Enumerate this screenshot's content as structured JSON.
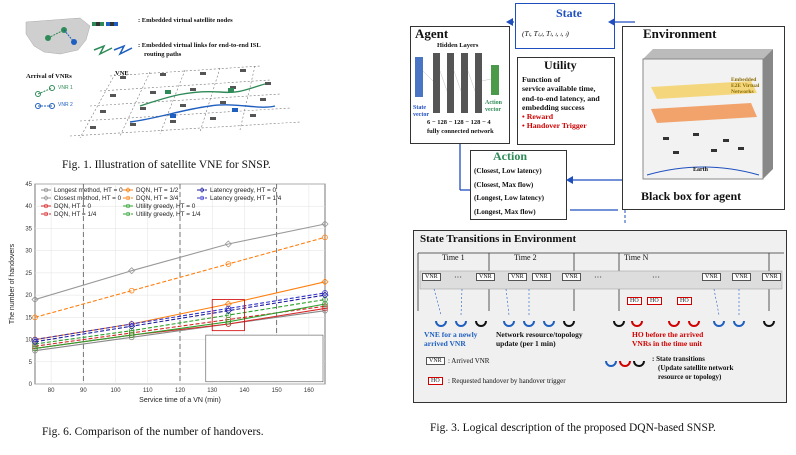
{
  "fig1": {
    "caption": "Fig. 1.   Illustration of satellite VNE for SNSP.",
    "legend_nodes": ": Embedded virtual satellite nodes",
    "legend_links_1": ": Embedded virtual links for end-to-end ISL",
    "legend_links_2": "routing paths",
    "arrival_title": "Arrival of VNRs",
    "vnr1": "VNR 1",
    "vnr2": "VNR 2",
    "vne_label": "VNE"
  },
  "fig6": {
    "caption": "Fig. 6.   Comparison of the number of handovers."
  },
  "fig3": {
    "caption": "Fig. 3.   Logical description of the proposed DQN-based SNSP.",
    "agent": "Agent",
    "hidden_layers": "Hidden Layers",
    "state_vector": "State vector",
    "action_vector": "Action vector",
    "net_dims": "6 − 128 − 128 − 128 − 4",
    "net_desc": "fully connected network",
    "state_title": "State",
    "state_formula": "(Tₗ, Tₗ,ₗ, Tₗ, ₗ, ₗ, ₗ)",
    "utility_title": "Utility",
    "utility_desc_1": "Function of",
    "utility_desc_2": "service available time,",
    "utility_desc_3": "end-to-end latency, and",
    "utility_desc_4": "embedding success",
    "reward": "Reward",
    "handover_trigger": "Handover Trigger",
    "action_title": "Action",
    "actions": [
      "(Closest, Low latency)",
      "(Closest, Max flow)",
      "(Longest, Low latency)",
      "(Longest, Max flow)"
    ],
    "environment": "Environment",
    "embedded_e2e_1": "Embedded",
    "embedded_e2e_2": "E2E Virtual",
    "embedded_e2e_3": "Networks",
    "earth": "Earth",
    "black_box": "Black box for agent",
    "transitions_title": "State Transitions in Environment",
    "time1": "Time 1",
    "time2": "Time 2",
    "timeN": "Time N",
    "vnr": "VNR",
    "ho": "HO",
    "dots": "···",
    "vne_new_1": "VNE for a newly",
    "vne_new_2": "arrived VNR",
    "net_update_1": "Network resource/topology",
    "net_update_2": "update (per 1 min)",
    "ho_before_1": "HO before the arrived",
    "ho_before_2": "VNRs in the time unit",
    "arrived_vnr": ": Arrived VNR",
    "requested_ho": ": Requested handover by handover trigger",
    "state_trans_1": ": State transitions",
    "state_trans_2": "(Update satellite network",
    "state_trans_3": "resource or topology)"
  },
  "chart_data": {
    "type": "line",
    "xlabel": "Service time of a VN (min)",
    "ylabel": "The number of handovers",
    "xlim": [
      75,
      165
    ],
    "ylim": [
      0,
      45
    ],
    "xticks": [
      80,
      90,
      100,
      110,
      120,
      130,
      140,
      150,
      160
    ],
    "yticks": [
      0,
      5,
      10,
      15,
      20,
      25,
      30,
      35,
      40,
      45
    ],
    "x": [
      75,
      105,
      135,
      165
    ],
    "vlines": [
      90,
      120,
      150
    ],
    "grid": true,
    "legend_position": "top-left",
    "series": [
      {
        "name": "Longest method, HT = 0",
        "color": "#888888",
        "dash": "",
        "marker": "circle",
        "values": [
          7.5,
          10.5,
          13.5,
          16.5
        ]
      },
      {
        "name": "Closest method, HT = 0",
        "color": "#999999",
        "dash": "",
        "marker": "diamond",
        "values": [
          19,
          25.5,
          31.5,
          36
        ]
      },
      {
        "name": "DQN, HT = 0",
        "color": "#d62728",
        "dash": "",
        "marker": "circle",
        "values": [
          8,
          11,
          13.5,
          17
        ]
      },
      {
        "name": "DQN, HT = 1/4",
        "color": "#d62728",
        "dash": "4,2",
        "marker": "circle",
        "values": [
          8.5,
          11.5,
          14.5,
          17.5
        ]
      },
      {
        "name": "DQN, HT = 1/2",
        "color": "#ff7f0e",
        "dash": "",
        "marker": "diamond",
        "values": [
          10,
          13.5,
          18,
          23
        ]
      },
      {
        "name": "DQN, HT = 3/4",
        "color": "#ff7f0e",
        "dash": "4,2",
        "marker": "circle",
        "values": [
          15,
          21,
          27,
          33
        ]
      },
      {
        "name": "Utility greedy, HT = 0",
        "color": "#2ca02c",
        "dash": "",
        "marker": "circle",
        "values": [
          8,
          11,
          14,
          18
        ]
      },
      {
        "name": "Utility greedy, HT = 1/4",
        "color": "#2ca02c",
        "dash": "4,2",
        "marker": "circle",
        "values": [
          9,
          12,
          15.5,
          19
        ]
      },
      {
        "name": "Latency greedy, HT = 0",
        "color": "#1f1f9f",
        "dash": "4,2",
        "marker": "diamond",
        "values": [
          9.5,
          13,
          16.5,
          20
        ]
      },
      {
        "name": "Latency greedy, HT = 1/4",
        "color": "#3333cc",
        "dash": "4,2",
        "marker": "circle",
        "values": [
          10,
          13.5,
          17,
          20.5
        ]
      }
    ]
  }
}
